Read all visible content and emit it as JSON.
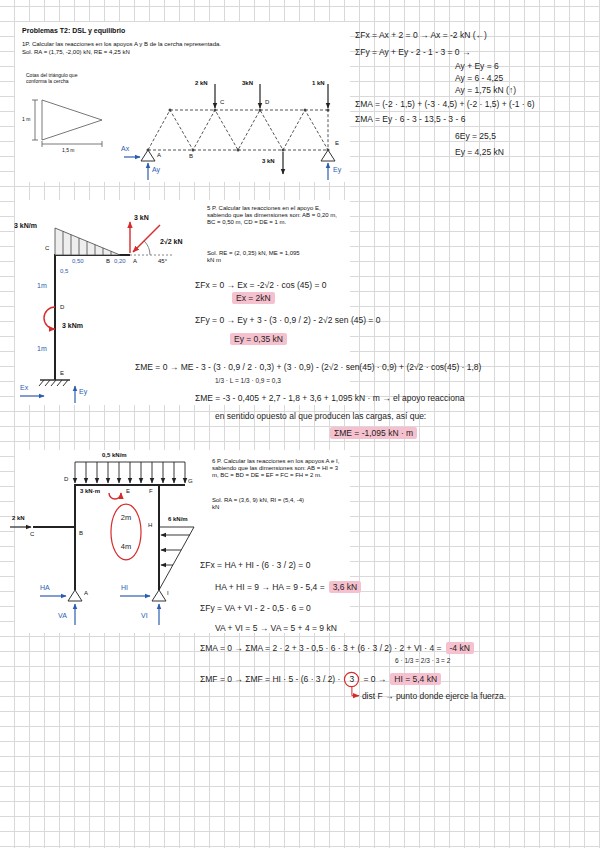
{
  "diagram": {
    "title": "Problemas T2: DSL y equilibrio",
    "nodes": [
      {
        "text": [
          "Ex = 2kN"
        ]
      },
      {
        "text": [
          "Ey = 0,35 kN"
        ]
      },
      {
        "text": [
          "ΣME = -1,095 kN · m"
        ]
      },
      {
        "text": [
          "2m",
          "4m"
        ]
      },
      {
        "text": [
          "3,6 kN"
        ]
      },
      {
        "text": [
          "-4 kN"
        ]
      },
      {
        "text": [
          "3"
        ]
      },
      {
        "text": [
          "HI = 5,4 kN"
        ]
      }
    ],
    "labels": [
      "1P. Calcular las reacciones en los apoyos A y B de la cercha representada.",
      "Sol. RA = (1,75, -2,00) kN, RE = 4,25 kN",
      "Cotas del triángulo que conforma la cercha",
      "1 m",
      "1,5 m",
      "2 kN",
      "3kN",
      "1 kN",
      "3 kN",
      "A",
      "B",
      "C",
      "D",
      "E",
      "Ax",
      "Ay",
      "Ey",
      "ΣFx = Ax + 2 = 0 → Ax = -2 kN (←)",
      "ΣFy = Ay + Ey - 2 - 1 - 3 = 0 →",
      "Ay + Ey = 6",
      "Ay = 6 - 4,25",
      "Ay = 1,75 kN (↑)",
      "ΣMA = (-2 · 1,5) + (-3 · 4,5) + (-2 · 1,5) + (-1 · 6)",
      "ΣMA = Ey · 6 - 3 - 13,5 - 3 - 6",
      "6Ey = 25,5",
      "Ey = 4,25 kN",
      "5 P. Calcular las reacciones en el apoyo E, sabiendo que las dimensiones son: AB = 0,20 m, BC = 0,50 m, CD = DE = 1 m.",
      "Sol. RE = (2, 0,35) kN, ME = 1,095 kN m",
      "3 kN",
      "3 kN/m",
      "2√2 kN",
      "C",
      "B",
      "A",
      "45°",
      "0,50",
      "0,20",
      "0,5",
      "D",
      "3 kNm",
      "1m",
      "1m",
      "E",
      "Ex",
      "Ey",
      "ΣFx = 0 → Ex = -2√2 · cos (45) = 0",
      "ΣFy = 0 → Ey + 3 - (3 · 0,9 / 2) - 2√2 sen (45) = 0",
      "ΣME = 0 → ME - 3 - (3 · 0,9 / 2 · 0,3) + (3 · 0,9) - (2√2 · sen(45) · 0,9) + (2√2 · cos(45) · 1,8)",
      "1/3 · L = 1/3 · 0,9 = 0,3",
      "ΣME = -3 - 0,405 + 2,7 - 1,8 + 3,6 + 1,095 kN · m → el apoyo reacciona",
      "en sentido opuesto al que producen las cargas, así que:",
      "6 P. Calcular las reacciones en los apoyos A e I, sabiendo que las dimensiones son: AB = HI = 3 m, BC = BD = DE = EF = FC = FH = 2 m.",
      "Sol. RA = (3,6, 9) kN, RI = (5,4, -4) kN",
      "0,5 kN/m",
      "D",
      "3 kN·m",
      "E",
      "F",
      "G",
      "6 kN/m",
      "2 kN",
      "C",
      "B",
      "H",
      "HA",
      "A",
      "HI",
      "I",
      "VA",
      "VI",
      "ΣFx = HA + HI - (6 · 3 / 2) = 0",
      "HA + HI = 9 → HA = 9 - 5,4 =",
      "ΣFy = VA + VI - 2 - 0,5 · 6 = 0",
      "VA + VI = 5 → VA = 5 + 4 = 9 kN",
      "ΣMA = 0 → ΣMA = 2 · 2 + 3 - 0,5 · 6 · 3 + (6 · 3 / 2) · 2 + VI · 4 =",
      "6 · 1/3 = 2/3 · 3 = 2",
      "ΣMF = 0 → ΣMF = HI · 5 - (6 · 3 / 2) ·",
      "= 0 →",
      "dist F → punto donde ejerce la fuerza."
    ]
  }
}
